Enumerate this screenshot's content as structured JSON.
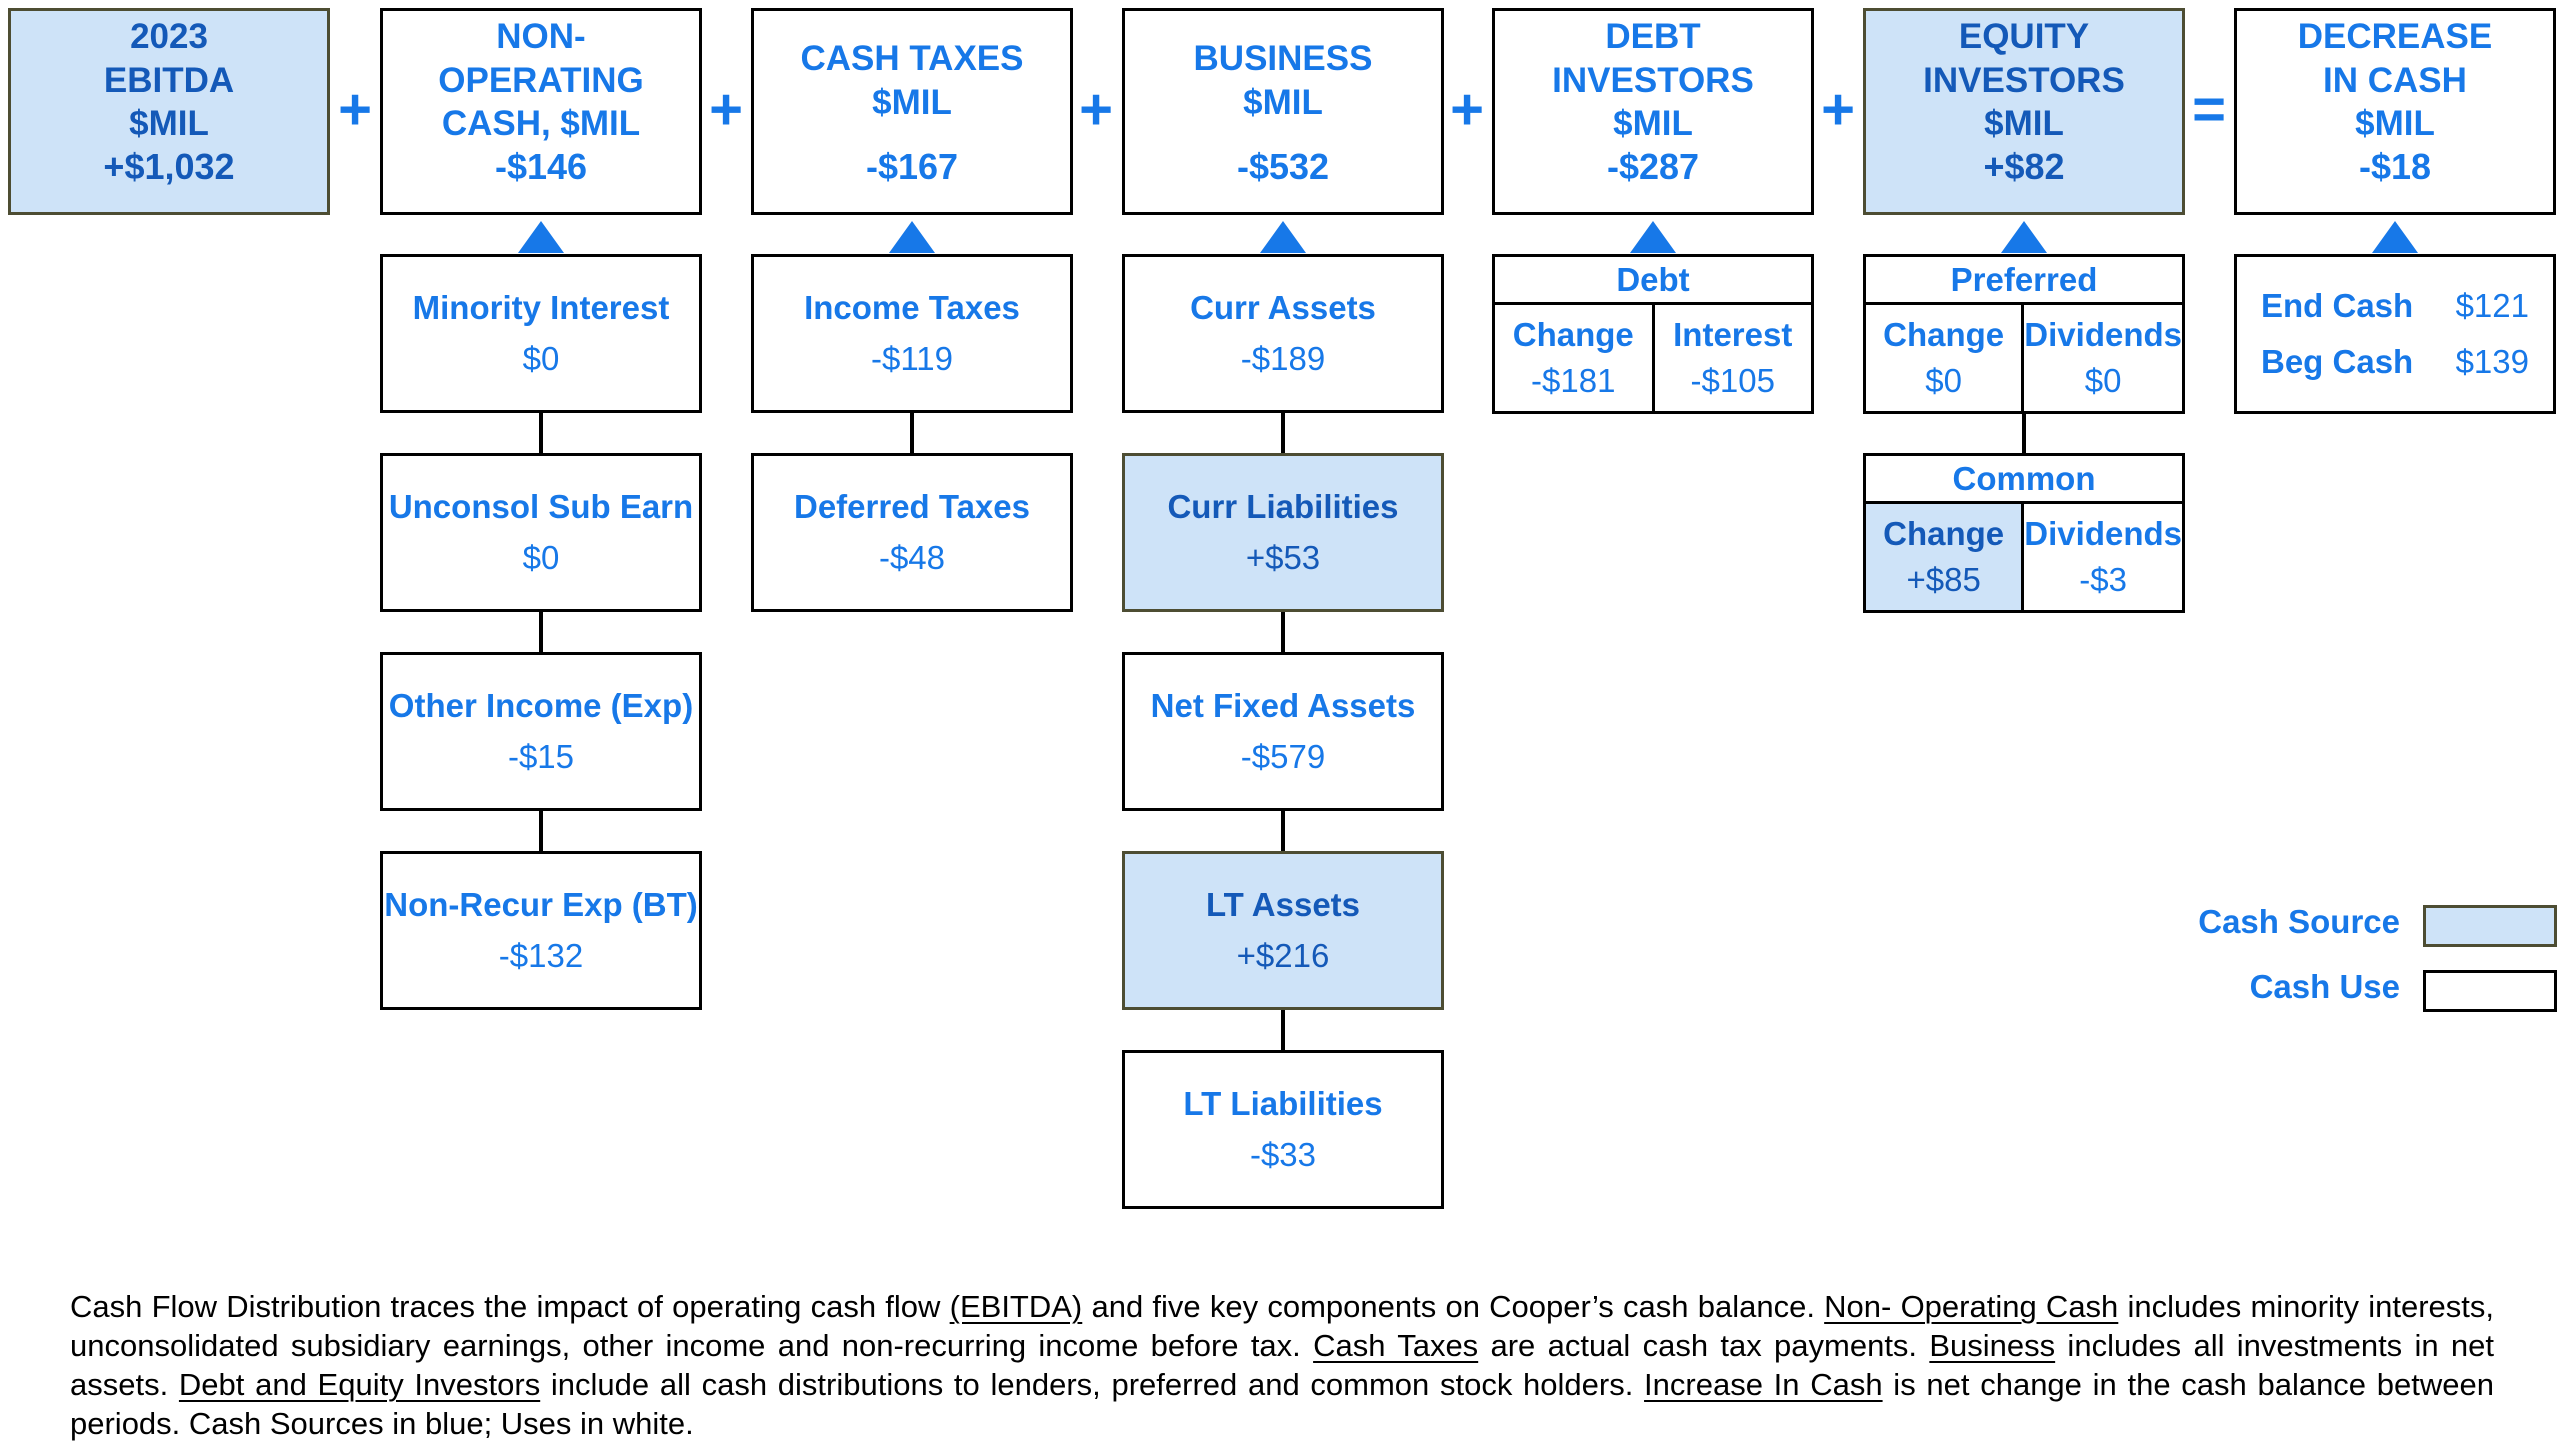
{
  "palette": {
    "bright_blue": "#1778E8",
    "dark_blue": "#1459B8",
    "fill_blue": "#CEE3F8",
    "filled_border_olive": "#4D4D33",
    "box_border_black": "#000000",
    "footnote_text": "#000000"
  },
  "top_row": {
    "boxes": [
      {
        "title": "2023\nEBITDA\n$MIL",
        "value": "+$1,032",
        "filled": true
      },
      {
        "title": "NON-\nOPERATING\nCASH, $MIL",
        "value": "-$146",
        "filled": false
      },
      {
        "title": "CASH TAXES\n$MIL",
        "value": "-$167",
        "filled": false
      },
      {
        "title": "BUSINESS\n$MIL",
        "value": "-$532",
        "filled": false
      },
      {
        "title": "DEBT\nINVESTORS\n$MIL",
        "value": "-$287",
        "filled": false
      },
      {
        "title": "EQUITY\nINVESTORS\n$MIL",
        "value": "+$82",
        "filled": true
      },
      {
        "title": "DECREASE\nIN CASH\n$MIL",
        "value": "-$18",
        "filled": false
      }
    ],
    "operators": [
      "+",
      "+",
      "+",
      "+",
      "+",
      "="
    ]
  },
  "detail_columns": {
    "non_operating": [
      {
        "label": "Minority Interest",
        "value": "$0"
      },
      {
        "label": "Unconsol Sub Earn",
        "value": "$0"
      },
      {
        "label": "Other Income (Exp)",
        "value": "-$15"
      },
      {
        "label": "Non-Recur Exp (BT)",
        "value": "-$132"
      }
    ],
    "cash_taxes": [
      {
        "label": "Income Taxes",
        "value": "-$119"
      },
      {
        "label": "Deferred Taxes",
        "value": "-$48"
      }
    ],
    "business": [
      {
        "label": "Curr Assets",
        "value": "-$189"
      },
      {
        "label": "Curr Liabilities",
        "value": "+$53"
      },
      {
        "label": "Net Fixed Assets",
        "value": "-$579"
      },
      {
        "label": "LT Assets",
        "value": "+$216"
      },
      {
        "label": "LT Liabilities",
        "value": "-$33"
      }
    ]
  },
  "debt_table": {
    "title": "Debt",
    "columns": [
      "Change",
      "Interest"
    ],
    "values": [
      "-$181",
      "-$105"
    ]
  },
  "preferred_table": {
    "title": "Preferred",
    "columns": [
      "Change",
      "Dividends"
    ],
    "values": [
      "$0",
      "$0"
    ]
  },
  "common_table": {
    "title": "Common",
    "columns": [
      "Change",
      "Dividends"
    ],
    "values": [
      "+$85",
      "-$3"
    ]
  },
  "cash_summary": {
    "rows": [
      {
        "label": "End Cash",
        "value": "$121"
      },
      {
        "label": "Beg Cash",
        "value": "$139"
      }
    ]
  },
  "legend": {
    "source": "Cash Source",
    "use": "Cash Use"
  },
  "footnote": {
    "segments": [
      {
        "text": "Cash Flow Distribution traces the impact of operating cash flow ",
        "u": false
      },
      {
        "text": "(EBITDA)",
        "u": true
      },
      {
        "text": " and five key components on Cooper’s cash balance. ",
        "u": false
      },
      {
        "text": "Non- Operating Cash",
        "u": true
      },
      {
        "text": " includes minority interests, unconsolidated subsidiary earnings, other income and non-recurring income before tax. ",
        "u": false
      },
      {
        "text": "Cash Taxes",
        "u": true
      },
      {
        "text": " are actual cash tax payments. ",
        "u": false
      },
      {
        "text": "Business",
        "u": true
      },
      {
        "text": " includes all investments in net assets. ",
        "u": false
      },
      {
        "text": "Debt and Equity Investors",
        "u": true
      },
      {
        "text": " include all cash distributions to lenders, preferred and common stock holders. ",
        "u": false
      },
      {
        "text": "Increase In Cash",
        "u": true
      },
      {
        "text": " is net change in the cash balance between periods. Cash Sources in blue; Uses in white.",
        "u": false
      }
    ]
  }
}
